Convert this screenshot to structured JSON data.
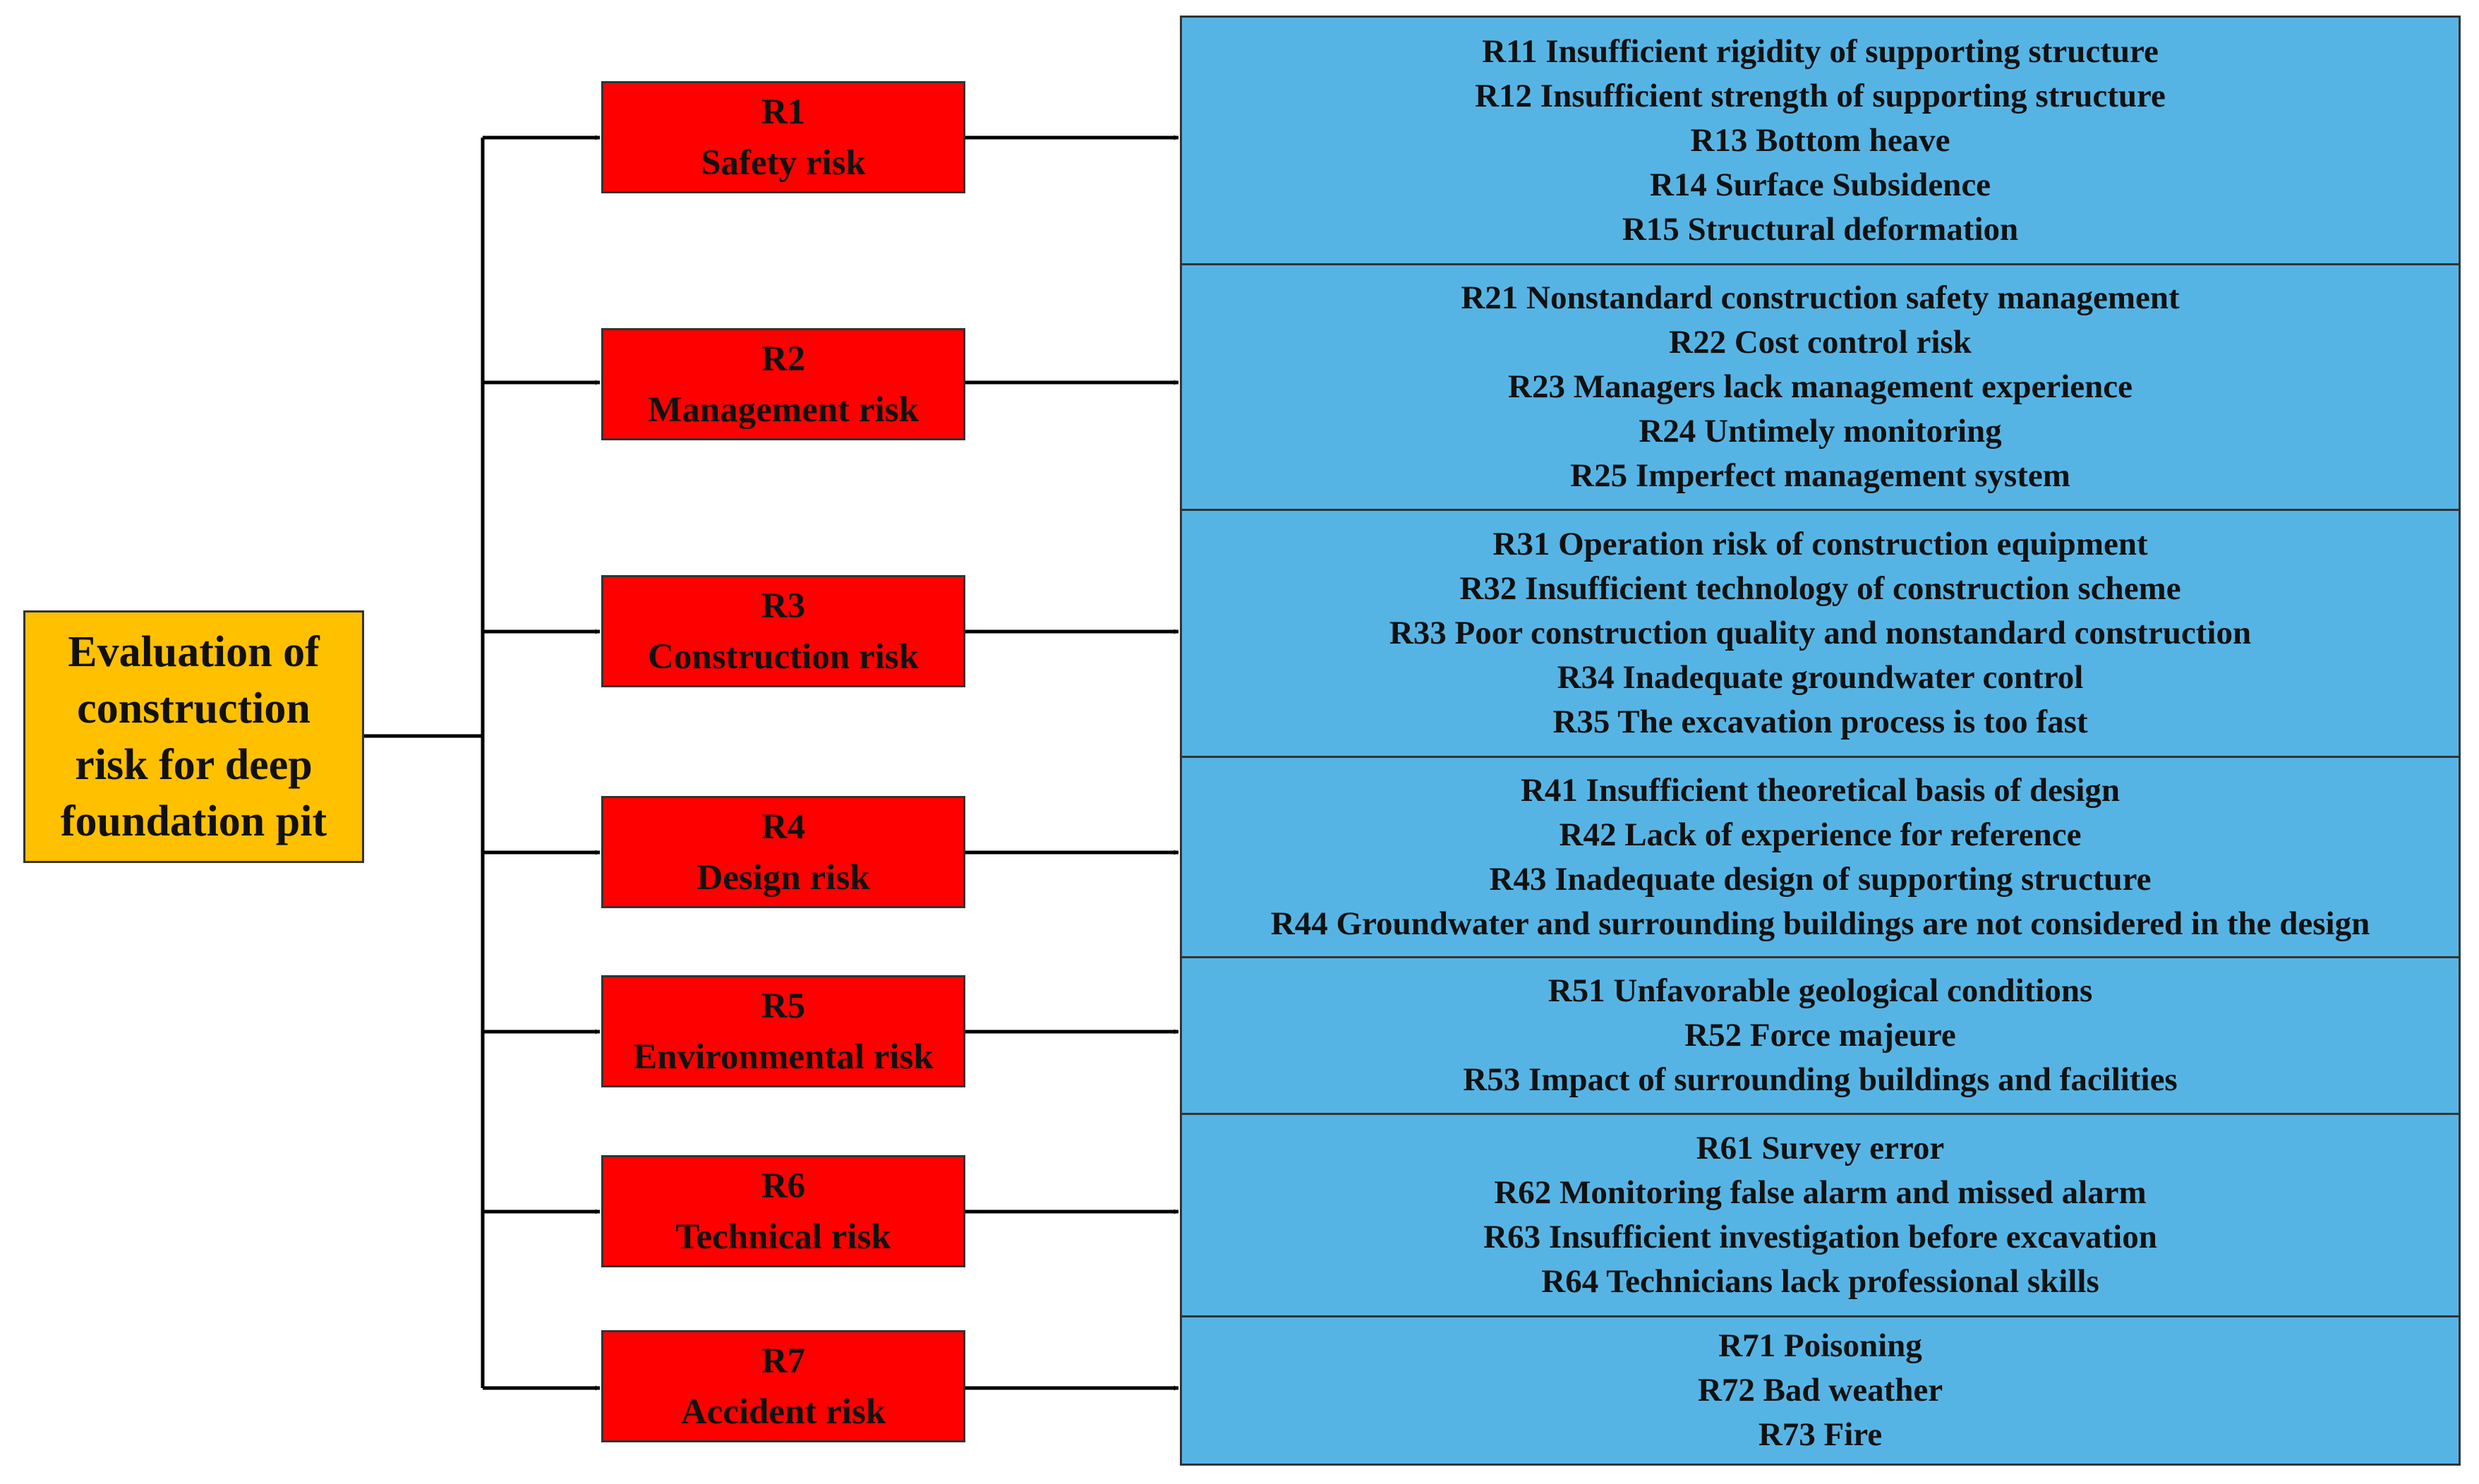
{
  "root": {
    "lines": [
      "Evaluation of",
      "construction",
      "risk for deep",
      "foundation pit"
    ]
  },
  "categories": [
    {
      "code": "R1",
      "name": "Safety risk",
      "items": [
        "R11 Insufficient rigidity of supporting structure",
        "R12 Insufficient strength of supporting structure",
        "R13 Bottom heave",
        "R14 Surface Subsidence",
        "R15 Structural deformation"
      ]
    },
    {
      "code": "R2",
      "name": "Management risk",
      "items": [
        "R21 Nonstandard construction safety management",
        "R22 Cost control risk",
        "R23 Managers lack management experience",
        "R24 Untimely monitoring",
        "R25 Imperfect management system"
      ]
    },
    {
      "code": "R3",
      "name": "Construction risk",
      "items": [
        "R31 Operation risk of construction equipment",
        "R32 Insufficient technology of construction scheme",
        "R33 Poor construction quality and nonstandard construction",
        "R34 Inadequate groundwater control",
        "R35 The excavation process is too fast"
      ]
    },
    {
      "code": "R4",
      "name": "Design risk",
      "items": [
        "R41 Insufficient theoretical basis of design",
        "R42 Lack of experience for reference",
        "R43 Inadequate design of supporting structure",
        "R44 Groundwater and surrounding buildings are not considered in the design"
      ]
    },
    {
      "code": "R5",
      "name": "Environmental risk",
      "items": [
        "R51 Unfavorable geological conditions",
        "R52 Force majeure",
        "R53 Impact of surrounding buildings and facilities"
      ]
    },
    {
      "code": "R6",
      "name": "Technical risk",
      "items": [
        "R61 Survey error",
        "R62 Monitoring false alarm and missed alarm",
        "R63 Insufficient investigation before excavation",
        "R64 Technicians lack professional skills"
      ]
    },
    {
      "code": "R7",
      "name": "Accident risk",
      "items": [
        "R71 Poisoning",
        "R72 Bad weather",
        "R73 Fire"
      ]
    }
  ],
  "colors": {
    "root_fill": "#ffc000",
    "category_fill": "#ff0000",
    "detail_fill": "#56b4e4",
    "border": "#333333",
    "connector": "#000000"
  }
}
